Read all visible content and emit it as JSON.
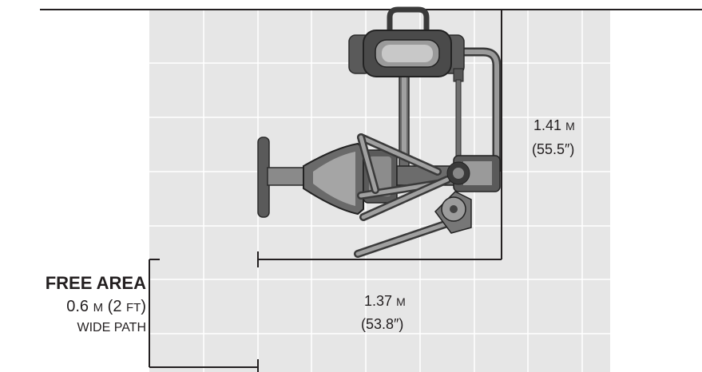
{
  "free_area": {
    "title": "FREE AREA",
    "width_value": "0.6",
    "width_unit": "M",
    "width_imperial_num": "(2 ",
    "width_imperial_unit": "FT",
    "width_imperial_close": ")",
    "path_label": "WIDE PATH"
  },
  "depth_dimension": {
    "metric_value": "1.41",
    "metric_unit": "M",
    "imperial": "(55.5″)"
  },
  "width_dimension": {
    "metric_value": "1.37",
    "metric_unit": "M",
    "imperial": "(53.8″)"
  },
  "colors": {
    "floor_tile": "#e6e6e6",
    "grid_line": "#ffffff",
    "line": "#231f20",
    "equipment_dark": "#3a3a3a",
    "equipment_mid": "#8a8a8a",
    "equipment_light": "#c8c8c8"
  }
}
